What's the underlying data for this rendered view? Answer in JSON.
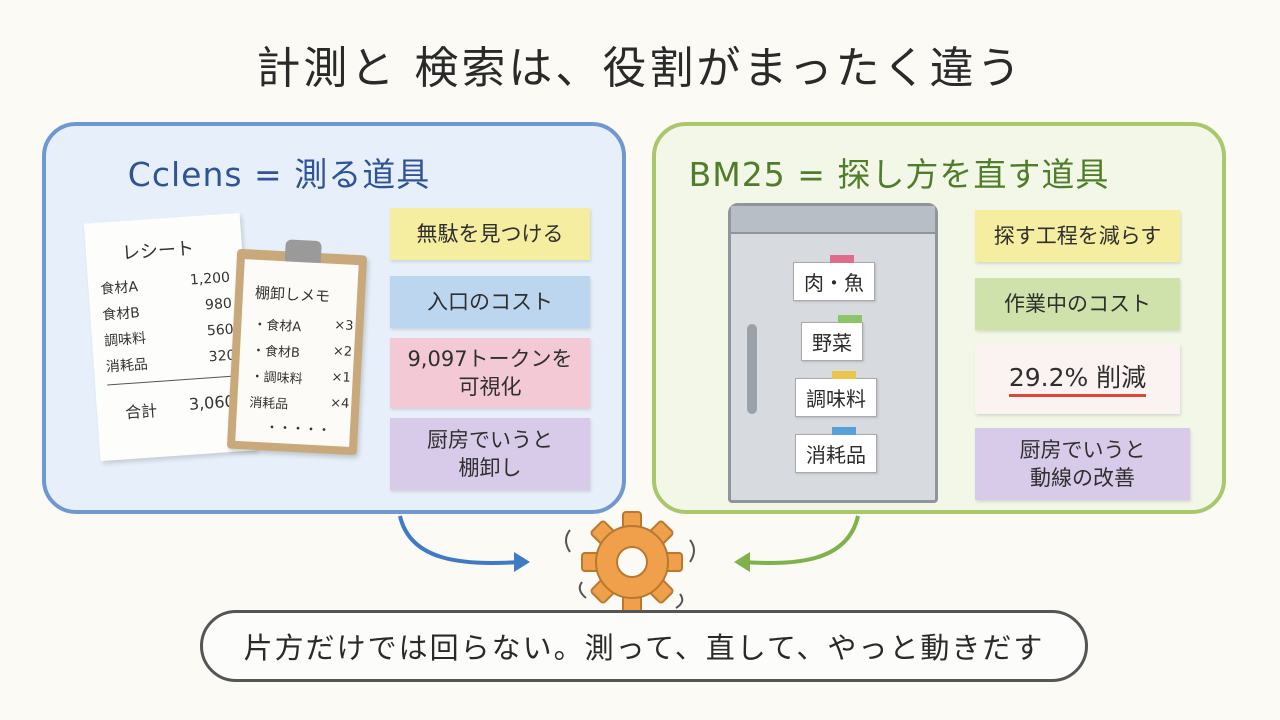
{
  "title": "計測と 検索は、役割がまったく違う",
  "left_panel": {
    "heading": "Cclens = 測る道具",
    "receipt": {
      "title": "レシート",
      "items": [
        {
          "name": "食材A",
          "price": "1,200"
        },
        {
          "name": "食材B",
          "price": "980"
        },
        {
          "name": "調味料",
          "price": "560"
        },
        {
          "name": "消耗品",
          "price": "320"
        }
      ],
      "total_label": "合計",
      "total_value": "3,060"
    },
    "memo": {
      "title": "棚卸しメモ",
      "items": [
        {
          "name": "・食材A",
          "qty": "×3"
        },
        {
          "name": "・食材B",
          "qty": "×2"
        },
        {
          "name": "・調味料",
          "qty": "×1"
        },
        {
          "name": "消耗品",
          "qty": "×4"
        }
      ],
      "dots": "・・・・・"
    },
    "notes": [
      "無駄を見つける",
      "入口のコスト",
      "9,097トークンを\n可視化",
      "厨房でいうと\n棚卸し"
    ]
  },
  "right_panel": {
    "heading": "BM25 = 探し方を直す道具",
    "fridge_labels": [
      "肉・魚",
      "野菜",
      "調味料",
      "消耗品"
    ],
    "notes": [
      "探す工程を減らす",
      "作業中のコスト",
      "29.2% 削減",
      "厨房でいうと\n動線の改善"
    ]
  },
  "bottom_message": "片方だけでは回らない。測って、直して、やっと動きだす",
  "colors": {
    "left_border": "#6f98cf",
    "right_border": "#a9c76b",
    "gear": "#f0a04b",
    "highlight_underline": "#e0453a"
  },
  "icons": [
    "gear-icon",
    "arrow-right-icon",
    "arrow-left-icon",
    "receipt-icon",
    "clipboard-icon",
    "fridge-icon"
  ]
}
